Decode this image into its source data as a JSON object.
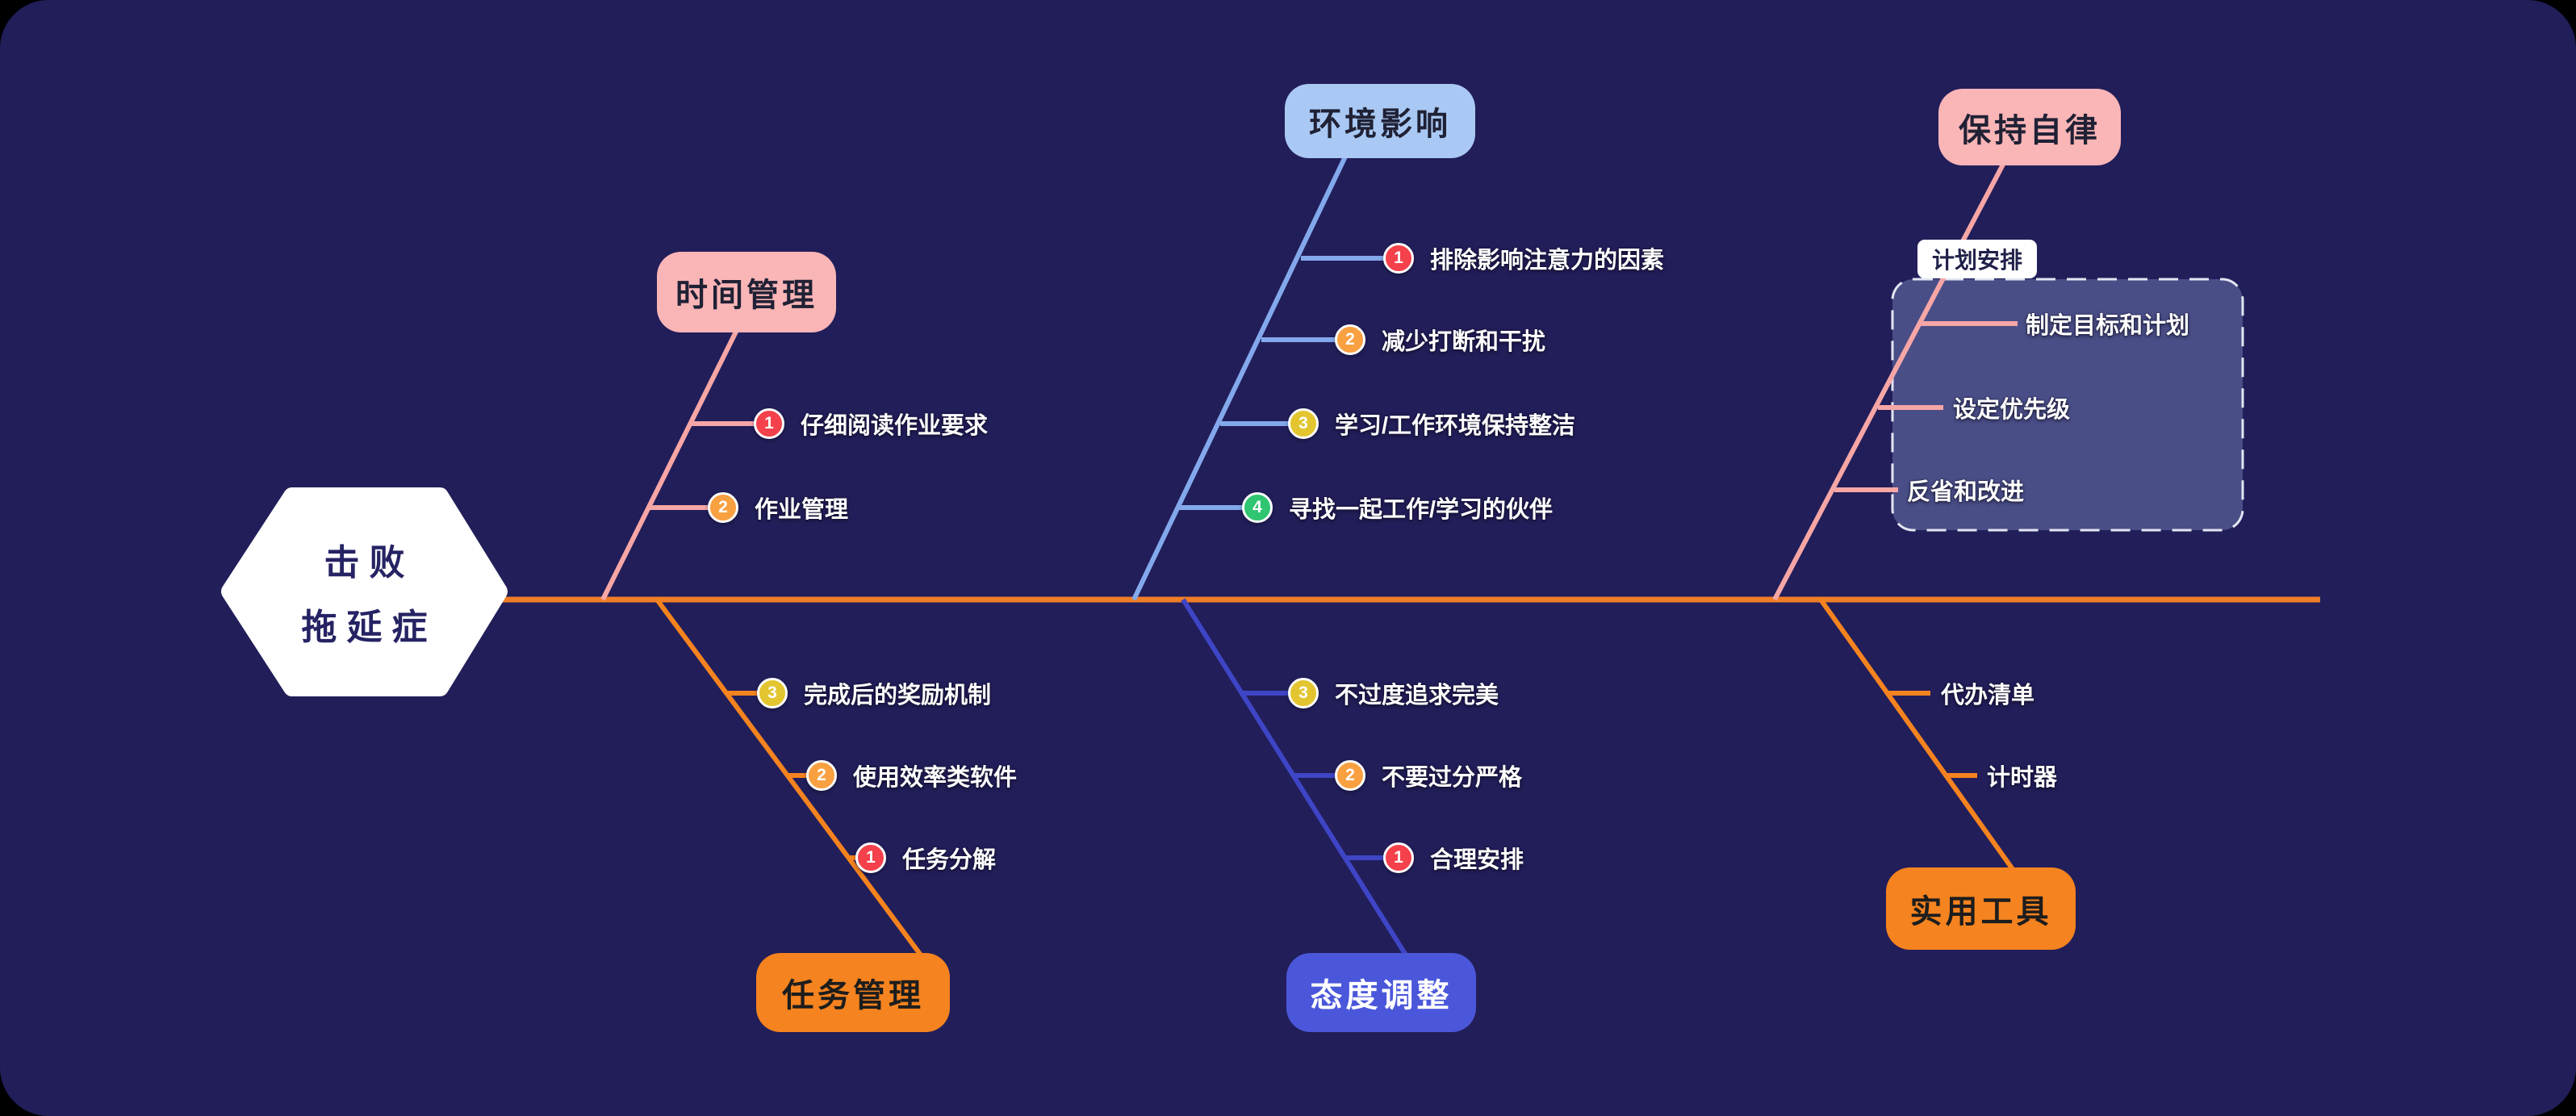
{
  "app": {
    "background": "#000000",
    "surface": "#221e59"
  },
  "palette": {
    "spine_orange": "#f07d26",
    "pink_fill": "#fab5b7",
    "pink_line": "#f7a6a6",
    "blue_fill": "#a9c9f4",
    "blue_line": "#83a9ec",
    "indigo_fill": "#4b57da",
    "indigo_line": "#3e45c6",
    "orange_fill": "#f5831f",
    "badge_red": "#f4414b",
    "badge_orange": "#f9a041",
    "badge_yellow": "#e3c52f",
    "badge_green": "#2fc571",
    "group_fill": "#4a4e87",
    "group_border": "#e2e5f2",
    "dark_text": "#202135",
    "white": "#ffffff"
  },
  "head": {
    "line1": "击败",
    "line2": "拖延症"
  },
  "branches": [
    {
      "label": "时间管理",
      "color": "#fab5b7",
      "text_color": "#202135",
      "items": [
        {
          "num": "1",
          "color": "#f4414b",
          "text": "仔细阅读作业要求"
        },
        {
          "num": "2",
          "color": "#f9a041",
          "text": "作业管理"
        }
      ]
    },
    {
      "label": "环境影响",
      "color": "#a9c9f4",
      "text_color": "#202135",
      "items": [
        {
          "num": "1",
          "color": "#f4414b",
          "text": "排除影响注意力的因素"
        },
        {
          "num": "2",
          "color": "#f9a041",
          "text": "减少打断和干扰"
        },
        {
          "num": "3",
          "color": "#e3c52f",
          "text": "学习/工作环境保持整洁"
        },
        {
          "num": "4",
          "color": "#2fc571",
          "text": "寻找一起工作/学习的伙伴"
        }
      ]
    },
    {
      "label": "保持自律",
      "color": "#fab5b7",
      "text_color": "#202135",
      "group": {
        "label": "计划安排",
        "items": [
          {
            "text": "制定目标和计划"
          },
          {
            "text": "设定优先级"
          },
          {
            "text": "反省和改进"
          }
        ]
      }
    },
    {
      "label": "任务管理",
      "color": "#f5831f",
      "text_color": "#1d1d1d",
      "items": [
        {
          "num": "3",
          "color": "#e3c52f",
          "text": "完成后的奖励机制"
        },
        {
          "num": "2",
          "color": "#f9a041",
          "text": "使用效率类软件"
        },
        {
          "num": "1",
          "color": "#f4414b",
          "text": "任务分解"
        }
      ]
    },
    {
      "label": "态度调整",
      "color": "#4b57da",
      "text_color": "#ffffff",
      "items": [
        {
          "num": "3",
          "color": "#e3c52f",
          "text": "不过度追求完美"
        },
        {
          "num": "2",
          "color": "#f9a041",
          "text": "不要过分严格"
        },
        {
          "num": "1",
          "color": "#f4414b",
          "text": "合理安排"
        }
      ]
    },
    {
      "label": "实用工具",
      "color": "#f5831f",
      "text_color": "#1d1d1d",
      "items": [
        {
          "text": "代办清单"
        },
        {
          "text": "计时器"
        }
      ]
    }
  ]
}
